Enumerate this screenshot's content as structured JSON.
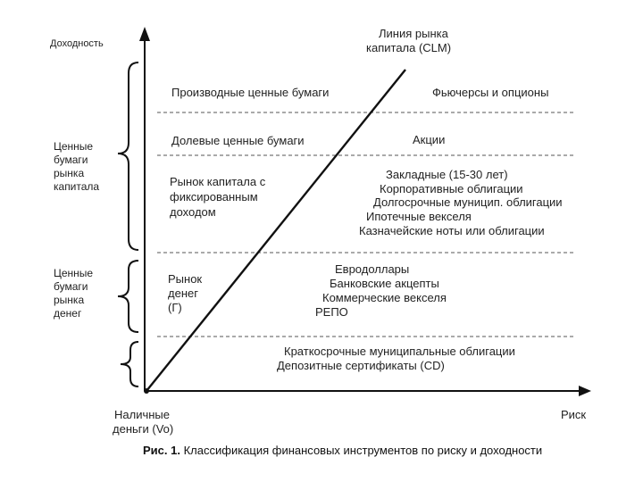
{
  "axes": {
    "y_label": "Доходность",
    "x_label": "Риск",
    "origin_label": [
      "Наличные",
      "деньги (Vo)"
    ],
    "cml_label": [
      "Линия рынка",
      "капитала (CLM)"
    ]
  },
  "groups": [
    {
      "label": [
        "Ценные",
        "бумаги",
        "рынка",
        "капитала"
      ]
    },
    {
      "label": [
        "Ценные",
        "бумаги",
        "рынка",
        "денег"
      ]
    }
  ],
  "bands": [
    {
      "left": [
        "Производные ценные бумаги"
      ],
      "right": [
        "Фьючерсы и опционы"
      ]
    },
    {
      "left": [
        "Долевые ценные бумаги"
      ],
      "right": [
        "Акции"
      ]
    },
    {
      "left": [
        "Рынок капитала с",
        "фиксированным",
        "доходом"
      ],
      "right": [
        "Закладные (15-30 лет)",
        "Корпоративные облигации",
        "Долгосрочные муницип. облигации",
        "Ипотечные векселя",
        "Казначейские ноты или облигации"
      ]
    },
    {
      "left": [
        "Рынок",
        "денег",
        "(Г)"
      ],
      "right": [
        "Евродоллары",
        "Банковские акцепты",
        "Коммерческие векселя",
        "РЕПО"
      ]
    },
    {
      "left": [],
      "right": [
        "Краткосрочные муниципальные облигации",
        "Депозитные сертификаты (CD)"
      ]
    }
  ],
  "caption": {
    "prefix": "Рис. 1.",
    "text": "Классификация финансовых инструментов по риску и доходности"
  },
  "colors": {
    "line": "#111111",
    "dash": "#555555"
  }
}
